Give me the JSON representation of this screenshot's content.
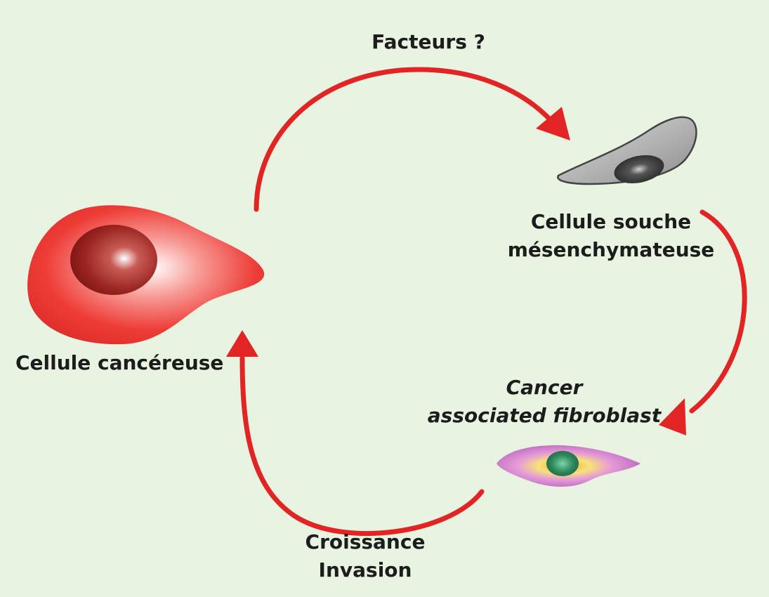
{
  "labels": {
    "cancer_cell": "Cellule cancéreuse",
    "factors": "Facteurs ?",
    "msc_line1": "Cellule souche",
    "msc_line2": "mésenchymateuse",
    "caf_line1": "Cancer",
    "caf_line2": "associated fibroblast",
    "growth_line1": "Croissance",
    "growth_line2": "Invasion"
  },
  "colors": {
    "background": "#e8f3e2",
    "arrow": "#e32424",
    "cancer_cell": "#ee3b36",
    "cancer_nucleus": "#8e1a17",
    "msc_cell": "#9a9a9a",
    "caf_cell": "#c46bc0",
    "caf_nucleus": "#2e8a5e"
  }
}
